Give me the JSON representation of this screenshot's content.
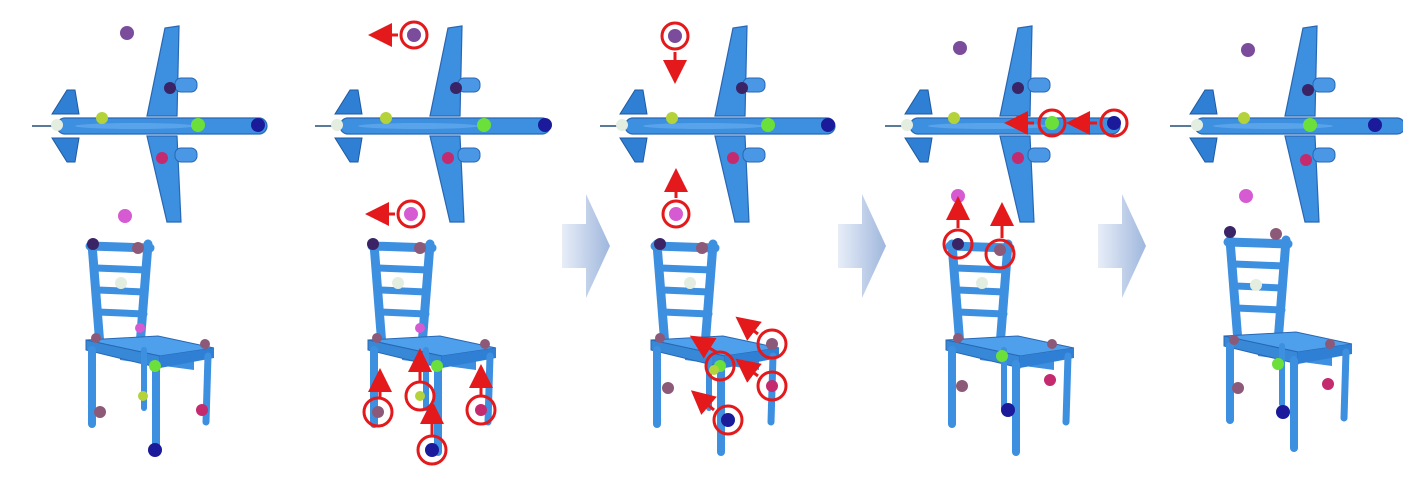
{
  "figure": {
    "panel_count": 5,
    "step_arrow_count": 3,
    "objects": [
      "airplane",
      "chair"
    ],
    "colors": {
      "model_blue": "#3d8fe0",
      "model_blue_dark": "#2867b4",
      "highlight_red": "#e3191c",
      "step_arrow": "#b4c8e6",
      "keypoint_purple": "#7a4c9b",
      "keypoint_dark_purple": "#3a2466",
      "keypoint_magenta": "#d65bd2",
      "keypoint_pink": "#c42a6e",
      "keypoint_navy": "#1a1a9a",
      "keypoint_green": "#6be03a",
      "keypoint_yellowgreen": "#b4d23a",
      "keypoint_white": "#e4eee0",
      "keypoint_mauve": "#8c5a78"
    }
  }
}
